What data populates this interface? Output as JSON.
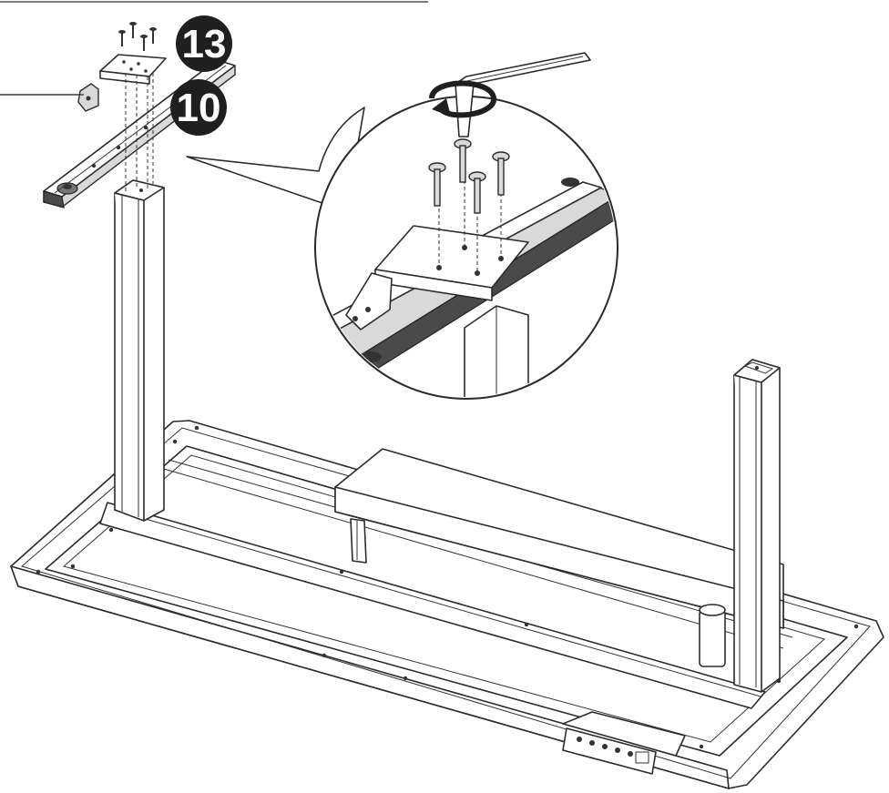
{
  "callouts": [
    {
      "id": "part-13",
      "label": "13"
    },
    {
      "id": "part-10",
      "label": "10"
    }
  ],
  "colors": {
    "line": "#2b2b2b",
    "badge": "#1f1f1f",
    "shade": "#d9d9d9"
  },
  "icons": [
    "hex-key-icon",
    "rotate-arrow-icon",
    "screw-icon",
    "control-panel-icon"
  ]
}
